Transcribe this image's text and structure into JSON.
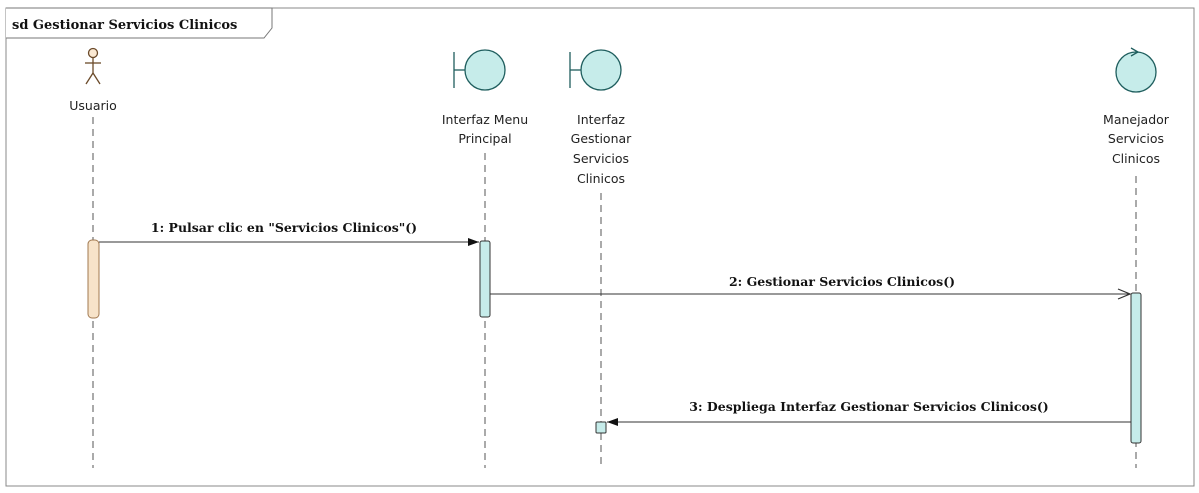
{
  "frame": {
    "title": "sd Gestionar Servicios Clinicos"
  },
  "participants": [
    {
      "id": "usuario",
      "kind": "actor",
      "label_lines": [
        "Usuario"
      ]
    },
    {
      "id": "interfaz-menu-principal",
      "kind": "boundary",
      "label_lines": [
        "Interfaz Menu",
        "Principal"
      ]
    },
    {
      "id": "interfaz-gestionar-servicios-clinicos",
      "kind": "boundary",
      "label_lines": [
        "Interfaz",
        "Gestionar",
        "Servicios",
        "Clinicos"
      ]
    },
    {
      "id": "manejador-servicios-clinicos",
      "kind": "control",
      "label_lines": [
        "Manejador",
        "Servicios",
        "Clinicos"
      ]
    }
  ],
  "messages": [
    {
      "number": 1,
      "text": "1: Pulsar clic en \"Servicios Clinicos\"()",
      "from": "usuario",
      "to": "interfaz-menu-principal"
    },
    {
      "number": 2,
      "text": "2: Gestionar Servicios Clinicos()",
      "from": "interfaz-menu-principal",
      "to": "manejador-servicios-clinicos"
    },
    {
      "number": 3,
      "text": "3: Despliega Interfaz Gestionar Servicios Clinicos()",
      "from": "manejador-servicios-clinicos",
      "to": "interfaz-gestionar-servicios-clinicos"
    }
  ],
  "colors": {
    "actor_activation": "#f7e3c9",
    "actor_activation_stroke": "#a07850",
    "object_fill": "#c6ecea",
    "object_stroke": "#1f5e5e",
    "activation_fill": "#c6ecea",
    "line": "#333333"
  }
}
